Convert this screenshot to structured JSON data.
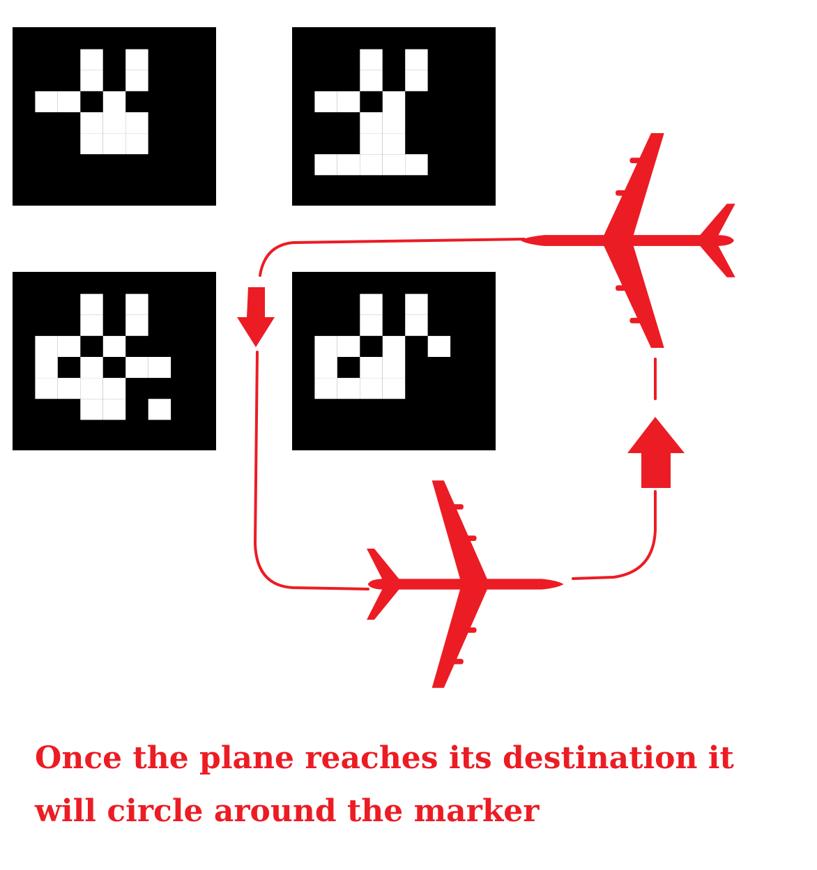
{
  "caption": {
    "line1": "Once the plane reaches its destination it",
    "line2": "will circle around the marker"
  },
  "colors": {
    "accent": "#ec1c24",
    "marker_bg": "#000000",
    "marker_fg": "#ffffff"
  },
  "icons": [
    "airplane-icon",
    "arrow-down-icon",
    "arrow-up-icon",
    "fiducial-marker"
  ],
  "markers": [
    {
      "id": "top-left",
      "cells": [
        [
          3,
          1
        ],
        [
          3,
          2
        ],
        [
          5,
          1
        ],
        [
          5,
          2
        ],
        [
          1,
          3
        ],
        [
          2,
          3
        ],
        [
          4,
          3
        ],
        [
          3,
          4
        ],
        [
          4,
          4
        ],
        [
          5,
          4
        ],
        [
          3,
          5
        ],
        [
          4,
          5
        ],
        [
          5,
          5
        ]
      ]
    },
    {
      "id": "top-right",
      "cells": [
        [
          3,
          1
        ],
        [
          3,
          2
        ],
        [
          5,
          1
        ],
        [
          5,
          2
        ],
        [
          1,
          3
        ],
        [
          2,
          3
        ],
        [
          4,
          3
        ],
        [
          3,
          4
        ],
        [
          4,
          4
        ],
        [
          3,
          5
        ],
        [
          4,
          5
        ],
        [
          1,
          6
        ],
        [
          2,
          6
        ],
        [
          3,
          6
        ],
        [
          4,
          6
        ],
        [
          5,
          6
        ]
      ]
    },
    {
      "id": "bottom-left",
      "cells": [
        [
          3,
          1
        ],
        [
          3,
          2
        ],
        [
          5,
          1
        ],
        [
          5,
          2
        ],
        [
          1,
          3
        ],
        [
          2,
          3
        ],
        [
          4,
          3
        ],
        [
          1,
          4
        ],
        [
          3,
          4
        ],
        [
          5,
          4
        ],
        [
          1,
          5
        ],
        [
          2,
          5
        ],
        [
          3,
          5
        ],
        [
          4,
          5
        ],
        [
          6,
          4
        ],
        [
          3,
          6
        ],
        [
          4,
          6
        ],
        [
          6,
          6
        ]
      ]
    },
    {
      "id": "bottom-right",
      "cells": [
        [
          3,
          1
        ],
        [
          3,
          2
        ],
        [
          5,
          1
        ],
        [
          5,
          2
        ],
        [
          1,
          3
        ],
        [
          2,
          3
        ],
        [
          4,
          3
        ],
        [
          1,
          4
        ],
        [
          3,
          4
        ],
        [
          4,
          4
        ],
        [
          6,
          3
        ],
        [
          1,
          5
        ],
        [
          2,
          5
        ],
        [
          3,
          5
        ],
        [
          4,
          5
        ]
      ]
    }
  ]
}
